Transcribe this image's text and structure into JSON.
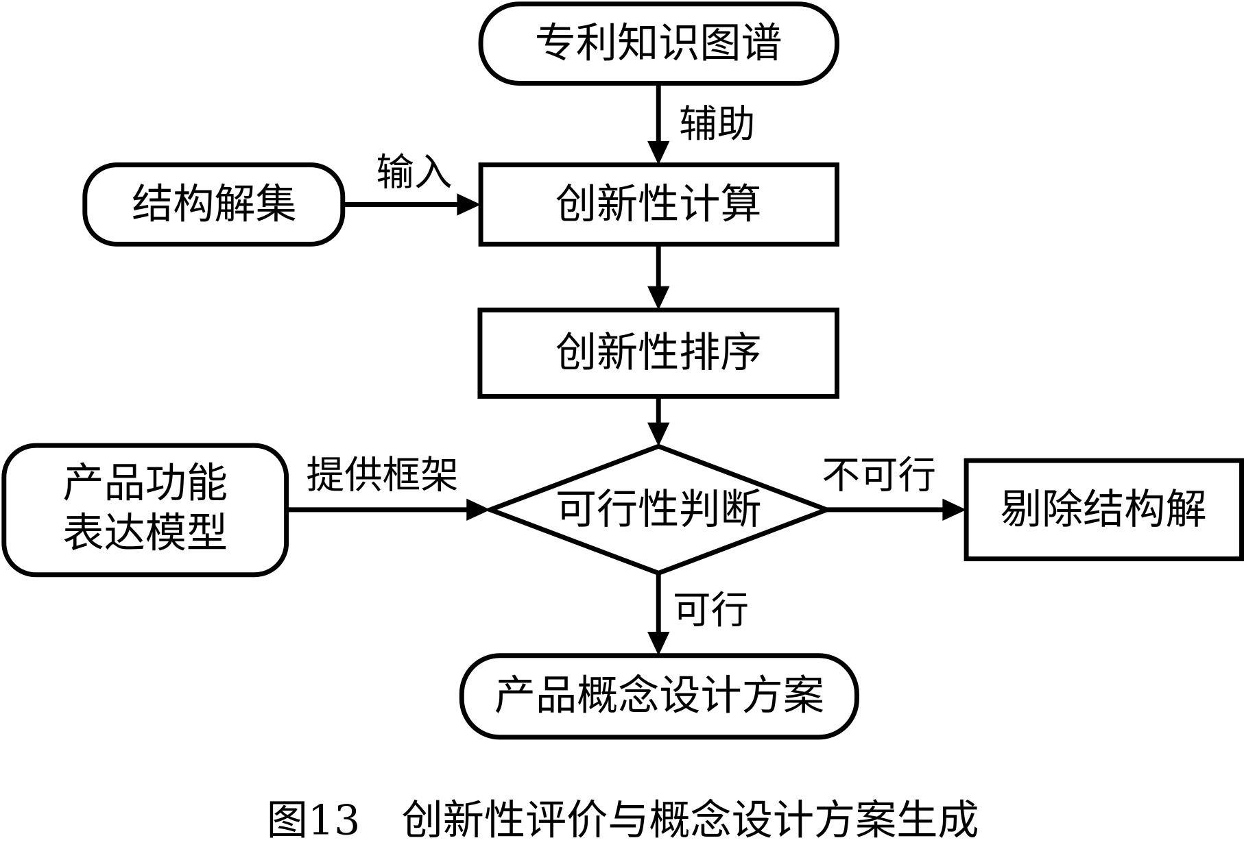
{
  "diagram": {
    "nodes": {
      "patent_kg": {
        "label": "专利知识图谱",
        "shape": "rounded"
      },
      "structure_set": {
        "label": "结构解集",
        "shape": "rounded"
      },
      "innovation_calc": {
        "label": "创新性计算",
        "shape": "rect"
      },
      "innovation_rank": {
        "label": "创新性排序",
        "shape": "rect"
      },
      "function_model": {
        "label_line1": "产品功能",
        "label_line2": "表达模型",
        "shape": "rounded"
      },
      "feasibility": {
        "label": "可行性判断",
        "shape": "diamond"
      },
      "remove_solution": {
        "label": "剔除结构解",
        "shape": "rect"
      },
      "concept_plan": {
        "label": "产品概念设计方案",
        "shape": "rounded"
      }
    },
    "edges": {
      "kg_to_calc": {
        "label": "辅助"
      },
      "set_to_calc": {
        "label": "输入"
      },
      "calc_to_rank": {
        "label": ""
      },
      "rank_to_feas": {
        "label": ""
      },
      "model_to_feas": {
        "label": "提供框架"
      },
      "feas_to_remove": {
        "label": "不可行"
      },
      "feas_to_plan": {
        "label": "可行"
      }
    }
  },
  "caption": "图13　创新性评价与概念设计方案生成",
  "colors": {
    "stroke": "#000000",
    "background": "#ffffff"
  }
}
